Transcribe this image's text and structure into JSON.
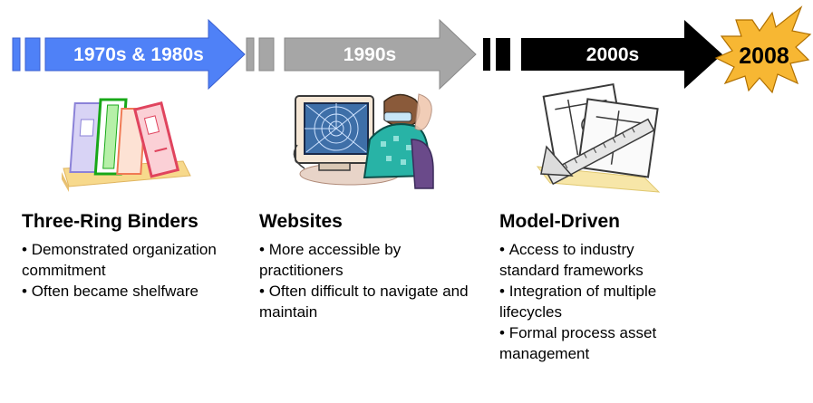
{
  "timeline": {
    "arrows": [
      {
        "label": "1970s & 1980s",
        "color": "#4f81f7"
      },
      {
        "label": "1990s",
        "color": "#a6a6a6"
      },
      {
        "label": "2000s",
        "color": "#000000"
      }
    ],
    "milestone": {
      "label": "2008",
      "color": "#f7b733"
    }
  },
  "eras": [
    {
      "title": "Three-Ring Binders",
      "icon": "binders-icon",
      "points": [
        "Demonstrated organization commitment",
        "Often became shelfware"
      ]
    },
    {
      "title": "Websites",
      "icon": "computer-user-icon",
      "points": [
        "More accessible by practitioners",
        "Often difficult to navigate and maintain"
      ]
    },
    {
      "title": "Model-Driven",
      "icon": "blueprints-icon",
      "points": [
        "Access to industry standard frameworks",
        "Integration of multiple lifecycles",
        "Formal process asset management"
      ]
    }
  ]
}
